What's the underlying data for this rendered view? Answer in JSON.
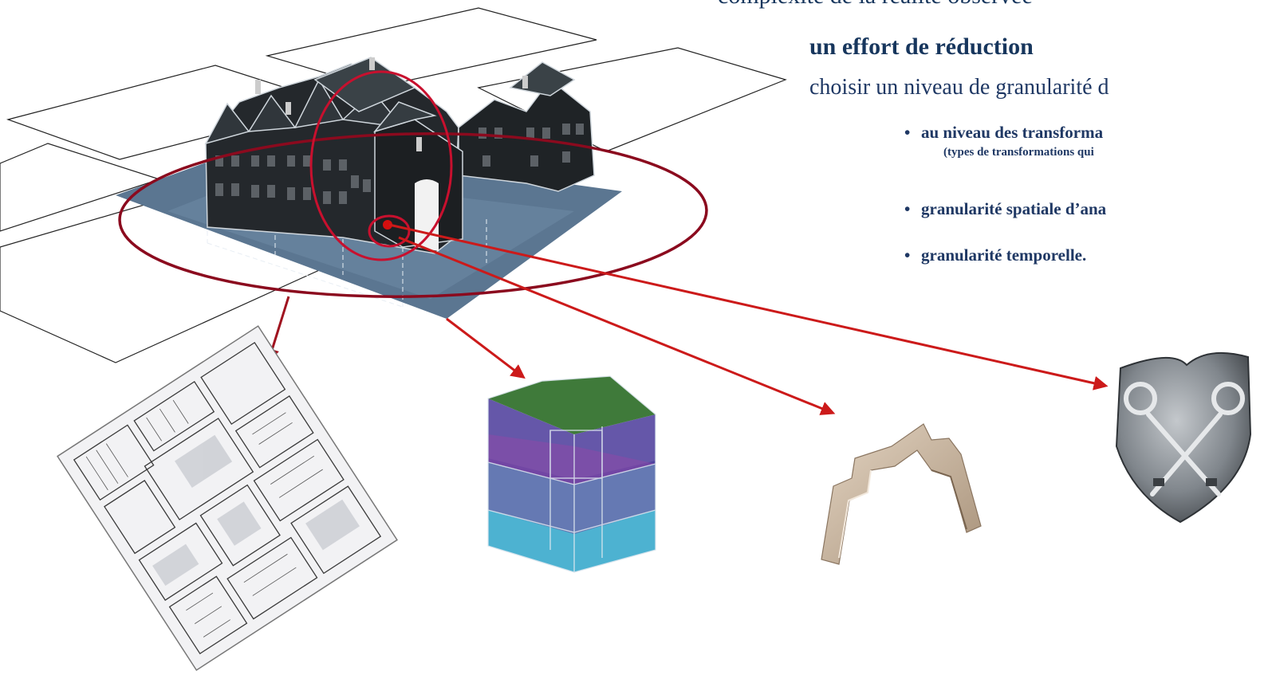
{
  "heading_partial": "complexité de la réalité observée",
  "subtitle": "un effort de réduction",
  "intro": "choisir un niveau de granularité d",
  "bullets": [
    {
      "text": "au niveau des transforma",
      "note": "(types de transformations qui"
    },
    {
      "text": "granularité spatiale d’ana"
    },
    {
      "text": "granularité temporelle."
    }
  ],
  "bullet_glyph": "•",
  "colors": {
    "text_dark_blue": "#1f3864",
    "arrow_red": "#cc1a1a",
    "ellipse_dark_red": "#8b0a1e",
    "ellipse_red": "#c8102e",
    "ground": "#5b7691",
    "building": "#24282c",
    "prism_green": "#3f7a3a",
    "prism_purple": "#5a3a9a",
    "prism_cyan": "#3aaacc",
    "arch": "#c8b49c",
    "shield": "#7d8288"
  },
  "icons": [
    "building-model",
    "cadastral-plan",
    "volume-prism",
    "door-arch",
    "key-shield"
  ]
}
